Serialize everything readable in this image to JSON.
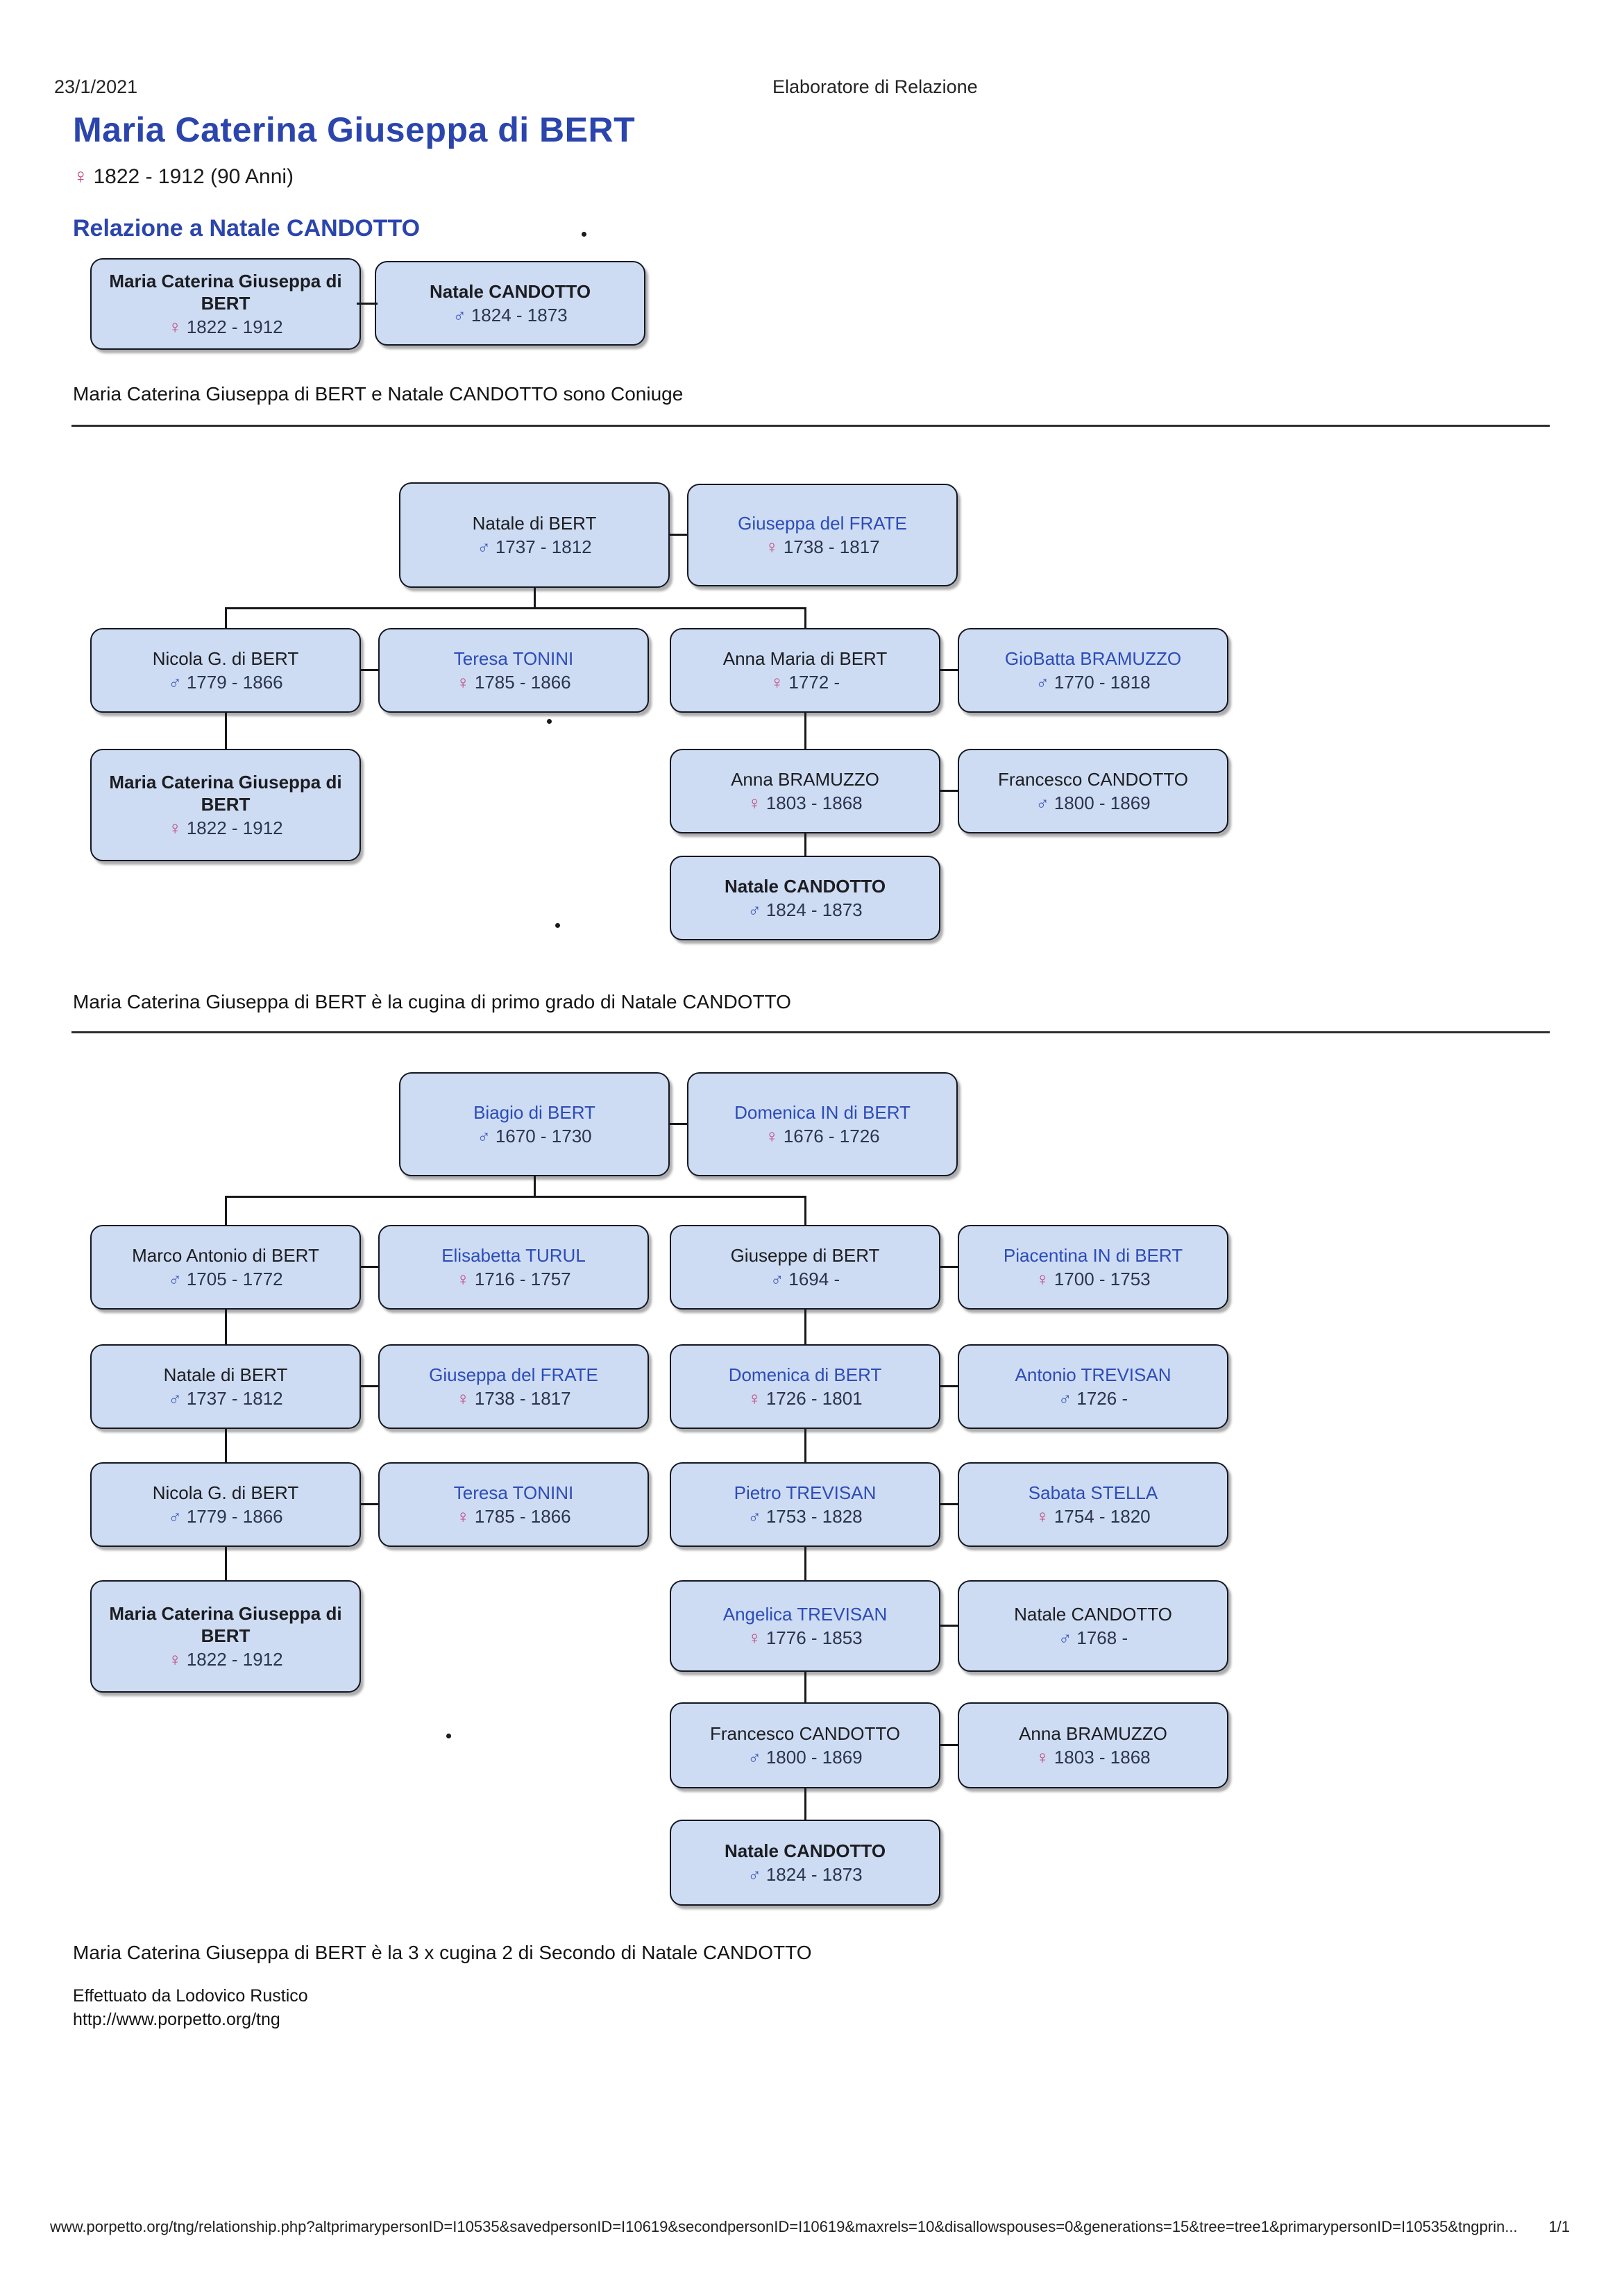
{
  "page": {
    "print_date": "23/1/2021",
    "doc_header": "Elaboratore di Relazione",
    "footer_url": "www.porpetto.org/tng/relationship.php?altprimarypersonID=I10535&savedpersonID=I10619&secondpersonID=I10619&maxrels=10&disallowspouses=0&generations=15&tree=tree1&primarypersonID=I10535&tngprin...",
    "footer_page": "1/1"
  },
  "header": {
    "title": "Maria Caterina Giuseppa di BERT",
    "subject_sym": "♀",
    "subject_dates": "1822 - 1912  (90 Anni)",
    "section_title": "Relazione a Natale CANDOTTO"
  },
  "credits": {
    "made_by": "Effettuato da Lodovico Rustico",
    "site_url": "http://www.porpetto.org/tng"
  },
  "tree1": {
    "caption": "Maria Caterina Giuseppa di BERT e Natale CANDOTTO sono Coniuge",
    "left": {
      "name": "Maria Caterina Giuseppa di BERT",
      "sym": "♀",
      "dates": "1822 - 1912"
    },
    "right": {
      "name": "Natale CANDOTTO",
      "sym": "♂",
      "dates": "1824 - 1873"
    }
  },
  "tree2": {
    "caption": "Maria Caterina Giuseppa di BERT è la cugina di primo grado di Natale CANDOTTO",
    "father": {
      "name": "Natale di BERT",
      "sym": "♂",
      "dates": "1737 - 1812"
    },
    "mother": {
      "name": "Giuseppa del FRATE",
      "sym": "♀",
      "dates": "1738 - 1817"
    },
    "nicola": {
      "name": "Nicola G. di BERT",
      "sym": "♂",
      "dates": "1779 - 1866"
    },
    "teresa": {
      "name": "Teresa TONINI",
      "sym": "♀",
      "dates": "1785 - 1866"
    },
    "anna_maria": {
      "name": "Anna Maria di BERT",
      "sym": "♀",
      "dates": "1772 -"
    },
    "giobatta": {
      "name": "GioBatta BRAMUZZO",
      "sym": "♂",
      "dates": "1770 - 1818"
    },
    "maria_caterina": {
      "name": "Maria Caterina Giuseppa di BERT",
      "sym": "♀",
      "dates": "1822 - 1912"
    },
    "anna_bramuzzo": {
      "name": "Anna BRAMUZZO",
      "sym": "♀",
      "dates": "1803 - 1868"
    },
    "francesco": {
      "name": "Francesco CANDOTTO",
      "sym": "♂",
      "dates": "1800 - 1869"
    },
    "natale_candotto": {
      "name": "Natale CANDOTTO",
      "sym": "♂",
      "dates": "1824 - 1873"
    }
  },
  "tree3": {
    "caption": "Maria Caterina Giuseppa di BERT è la 3 x cugina 2 di Secondo di Natale CANDOTTO",
    "biagio": {
      "name": "Biagio di BERT",
      "sym": "♂",
      "dates": "1670 - 1730"
    },
    "domenica_in": {
      "name": "Domenica IN di BERT",
      "sym": "♀",
      "dates": "1676 - 1726"
    },
    "marco": {
      "name": "Marco Antonio di BERT",
      "sym": "♂",
      "dates": "1705 - 1772"
    },
    "elisabetta": {
      "name": "Elisabetta TURUL",
      "sym": "♀",
      "dates": "1716 - 1757"
    },
    "giuseppe": {
      "name": "Giuseppe di BERT",
      "sym": "♂",
      "dates": "1694 -"
    },
    "piacentina": {
      "name": "Piacentina IN di BERT",
      "sym": "♀",
      "dates": "1700 - 1753"
    },
    "natale_bert": {
      "name": "Natale di BERT",
      "sym": "♂",
      "dates": "1737 - 1812"
    },
    "giuseppa_frate": {
      "name": "Giuseppa del FRATE",
      "sym": "♀",
      "dates": "1738 - 1817"
    },
    "domenica_bert": {
      "name": "Domenica di BERT",
      "sym": "♀",
      "dates": "1726 - 1801"
    },
    "antonio": {
      "name": "Antonio TREVISAN",
      "sym": "♂",
      "dates": "1726 -"
    },
    "nicola": {
      "name": "Nicola G. di BERT",
      "sym": "♂",
      "dates": "1779 - 1866"
    },
    "teresa": {
      "name": "Teresa TONINI",
      "sym": "♀",
      "dates": "1785 - 1866"
    },
    "pietro": {
      "name": "Pietro TREVISAN",
      "sym": "♂",
      "dates": "1753 - 1828"
    },
    "sabata": {
      "name": "Sabata STELLA",
      "sym": "♀",
      "dates": "1754 - 1820"
    },
    "maria_caterina": {
      "name": "Maria Caterina Giuseppa di BERT",
      "sym": "♀",
      "dates": "1822 - 1912"
    },
    "angelica": {
      "name": "Angelica TREVISAN",
      "sym": "♀",
      "dates": "1776 - 1853"
    },
    "natale_candotto_sr": {
      "name": "Natale CANDOTTO",
      "sym": "♂",
      "dates": "1768 -"
    },
    "francesco": {
      "name": "Francesco CANDOTTO",
      "sym": "♂",
      "dates": "1800 - 1869"
    },
    "anna_bramuzzo": {
      "name": "Anna BRAMUZZO",
      "sym": "♀",
      "dates": "1803 - 1868"
    },
    "natale_candotto": {
      "name": "Natale CANDOTTO",
      "sym": "♂",
      "dates": "1824 - 1873"
    }
  }
}
